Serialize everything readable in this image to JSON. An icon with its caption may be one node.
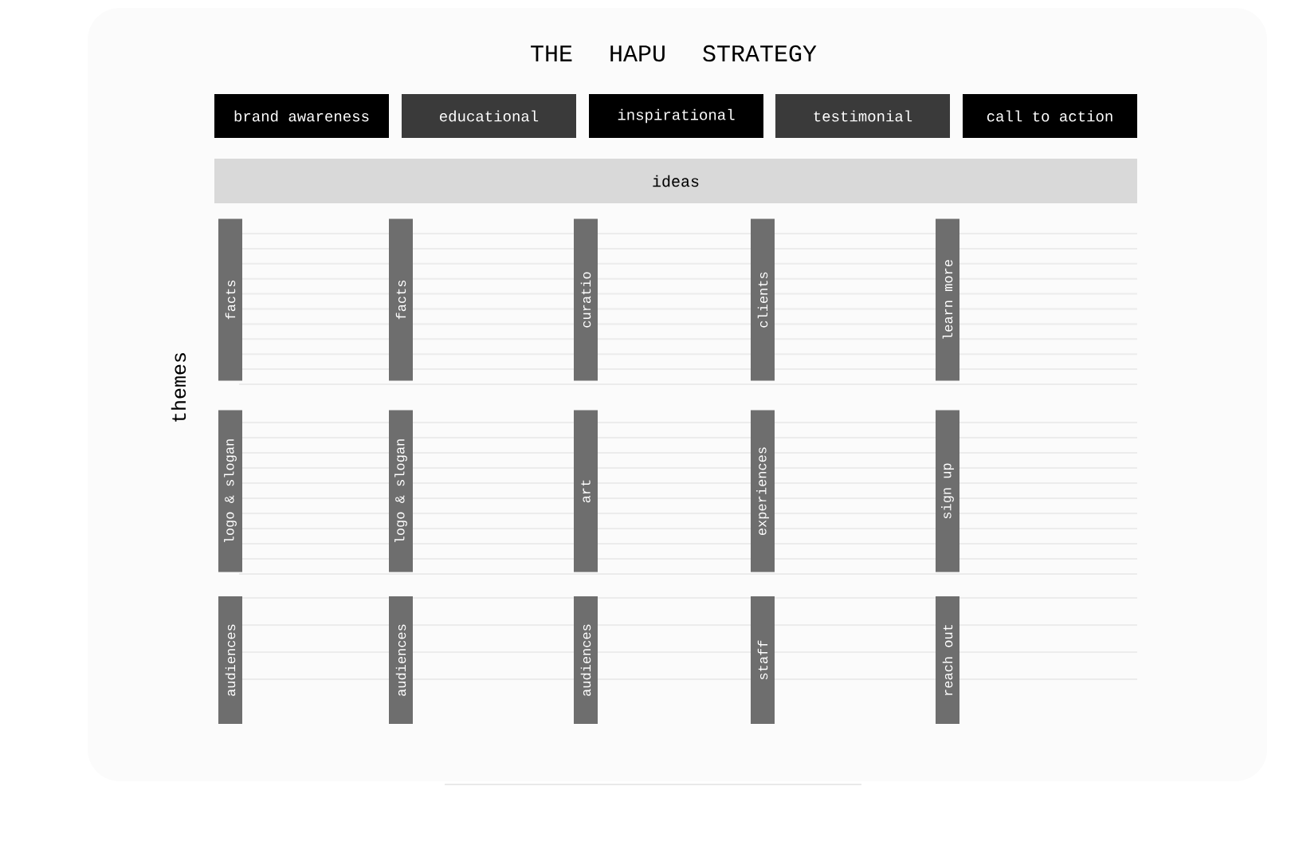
{
  "diagram": {
    "title": "THE HAPU STRATEGY",
    "nodes": [
      {
        "text": [
          "brand awareness"
        ]
      },
      {
        "text": [
          "educational"
        ]
      },
      {
        "text": [
          "inspirational"
        ]
      },
      {
        "text": [
          "testimonial"
        ]
      },
      {
        "text": [
          "call to action"
        ]
      },
      {
        "text": [
          "ideas"
        ]
      },
      {
        "text": [
          "facts"
        ]
      },
      {
        "text": [
          "facts"
        ]
      },
      {
        "text": [
          "curatio"
        ]
      },
      {
        "text": [
          "clients"
        ]
      },
      {
        "text": [
          "learn more"
        ]
      },
      {
        "text": [
          "logo & slogan"
        ]
      },
      {
        "text": [
          "logo & slogan"
        ]
      },
      {
        "text": [
          "art"
        ]
      },
      {
        "text": [
          "experiences"
        ]
      },
      {
        "text": [
          "sign up"
        ]
      },
      {
        "text": [
          "audiences"
        ]
      },
      {
        "text": [
          "audiences"
        ]
      },
      {
        "text": [
          "audiences"
        ]
      },
      {
        "text": [
          "staff"
        ]
      },
      {
        "text": [
          "reach out"
        ]
      }
    ],
    "labels": [
      "themes"
    ]
  }
}
